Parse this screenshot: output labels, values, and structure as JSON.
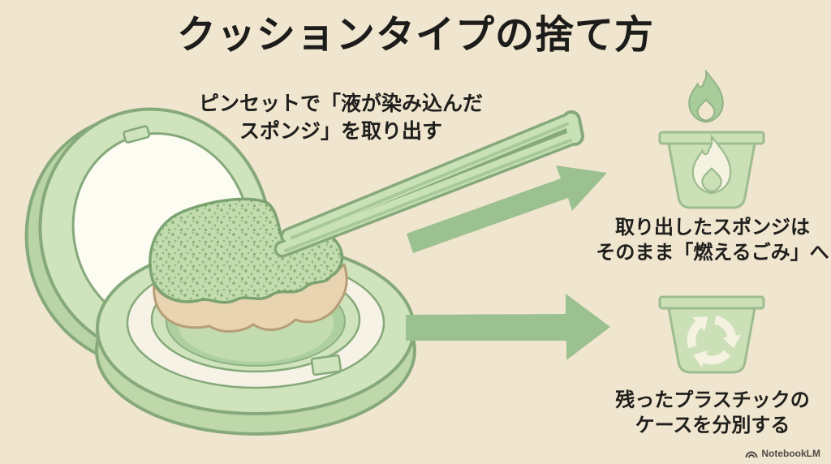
{
  "title": "クッションタイプの捨て方",
  "illustration": {
    "name": "cushion-compact-open-with-tweezers-removing-sponge",
    "caption_line1": "ピンセットで「液が染み込んだ",
    "caption_line2": "スポンジ」を取り出す"
  },
  "steps": [
    {
      "icon": "burnable-trash-bin-with-flame",
      "label_line1": "取り出したスポンジは",
      "label_line2": "そのまま「燃えるごみ」へ"
    },
    {
      "icon": "recycle-trash-bin",
      "label_line1": "残ったプラスチックの",
      "label_line2": "ケースを分別する"
    }
  ],
  "watermark": {
    "logo": "notebooklm-logo",
    "text": "NotebookLM"
  },
  "colors": {
    "background": "#F0E5CE",
    "text": "#1C1C1A",
    "arrow_green": "#9CC190",
    "bin_fill": "#CBE0B6",
    "bin_outline": "#9DBD90",
    "flame_green": "#A9CD9A",
    "icon_cream": "#F6F2E2",
    "case_light_green": "#CFE4BC",
    "case_outline": "#86A97B",
    "sponge_green": "#C2DCAE",
    "sponge_underside": "#E8D4B0",
    "mirror_white": "#FDFCF2"
  }
}
